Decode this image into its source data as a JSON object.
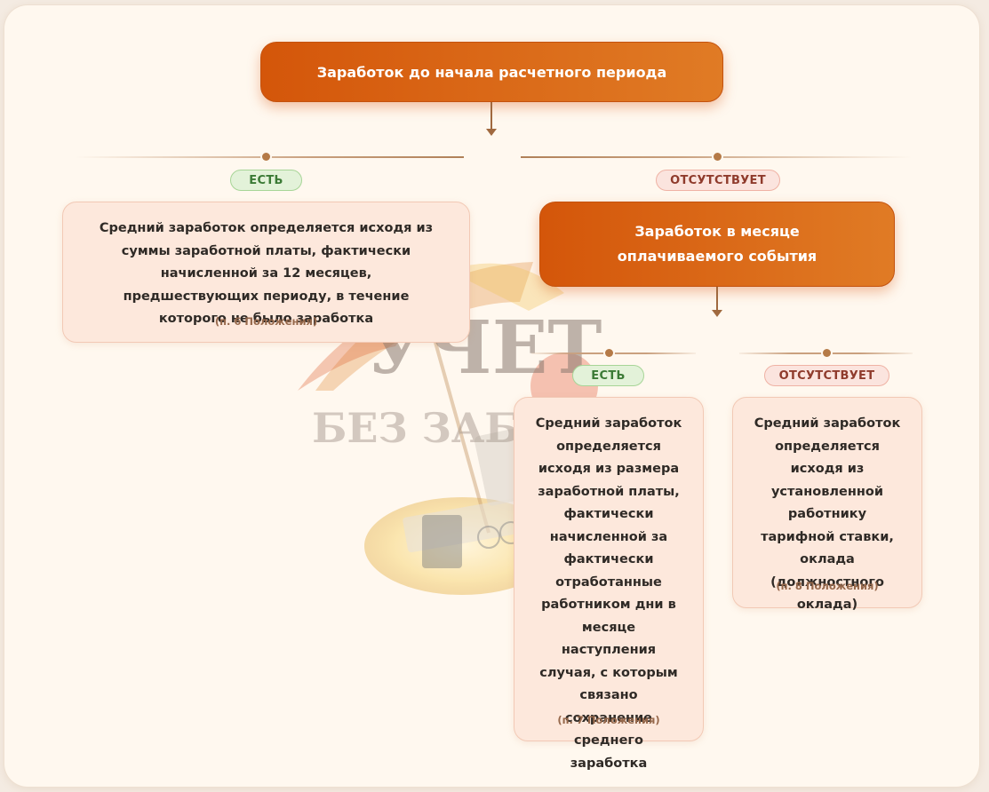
{
  "root": {
    "label": "Заработок до начала расчетного периода"
  },
  "branch_left": {
    "badge": "ЕСТЬ",
    "text": "Средний заработок определяется исходя из суммы заработной платы, фактически начисленной за 12 месяцев, предшествующих периоду, в течение которого не было заработка",
    "ref": "(п. 6 Положения)"
  },
  "branch_right": {
    "badge": "ОТСУТСТВУЕТ",
    "node": {
      "label": "Заработок в месяце оплачиваемого события"
    },
    "sub_left": {
      "badge": "ЕСТЬ",
      "text": "Средний заработок определяется исходя из размера заработной платы, фактически начисленной за фактически отработанные работником дни в месяце наступления случая, с которым связано сохранение среднего заработка",
      "ref": "(п. 7 Положения)"
    },
    "sub_right": {
      "badge": "ОТСУТСТВУЕТ",
      "text": "Средний заработок определяется исходя из установленной работнику тарифной ставки, оклада (должностного оклада)",
      "ref": "(п. 8 Положения)"
    }
  },
  "watermark": {
    "line1": "УЧЕТ",
    "line2": "БЕЗ ЗАБОТ"
  },
  "colors": {
    "accent": "#d4560a",
    "accent_light": "#e07b25",
    "yes_badge": "#e3f2d9",
    "no_badge": "#fbe4de",
    "card_bg": "#fde8dc",
    "connector": "#a0693f"
  }
}
